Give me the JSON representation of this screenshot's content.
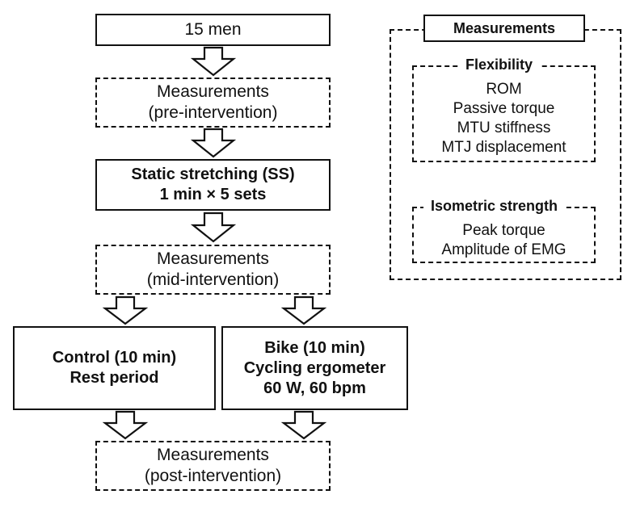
{
  "flow": {
    "start": {
      "text": "15 men"
    },
    "pre": {
      "line1": "Measurements",
      "line2": "(pre-intervention)"
    },
    "stretch": {
      "line1": "Static stretching (SS)",
      "line2": "1 min × 5 sets"
    },
    "mid": {
      "line1": "Measurements",
      "line2": "(mid-intervention)"
    },
    "control": {
      "line1": "Control (10 min)",
      "line2": "Rest period"
    },
    "bike": {
      "line1": "Bike (10 min)",
      "line2": "Cycling ergometer",
      "line3": "60 W, 60 bpm"
    },
    "post": {
      "line1": "Measurements",
      "line2": "(post-intervention)"
    }
  },
  "legend": {
    "title": "Measurements",
    "flexibility": {
      "title": "Flexibility",
      "items": [
        "ROM",
        "Passive torque",
        "MTU stiffness",
        "MTJ displacement"
      ]
    },
    "strength": {
      "title": "Isometric strength",
      "items": [
        "Peak torque",
        "Amplitude of EMG"
      ]
    }
  }
}
